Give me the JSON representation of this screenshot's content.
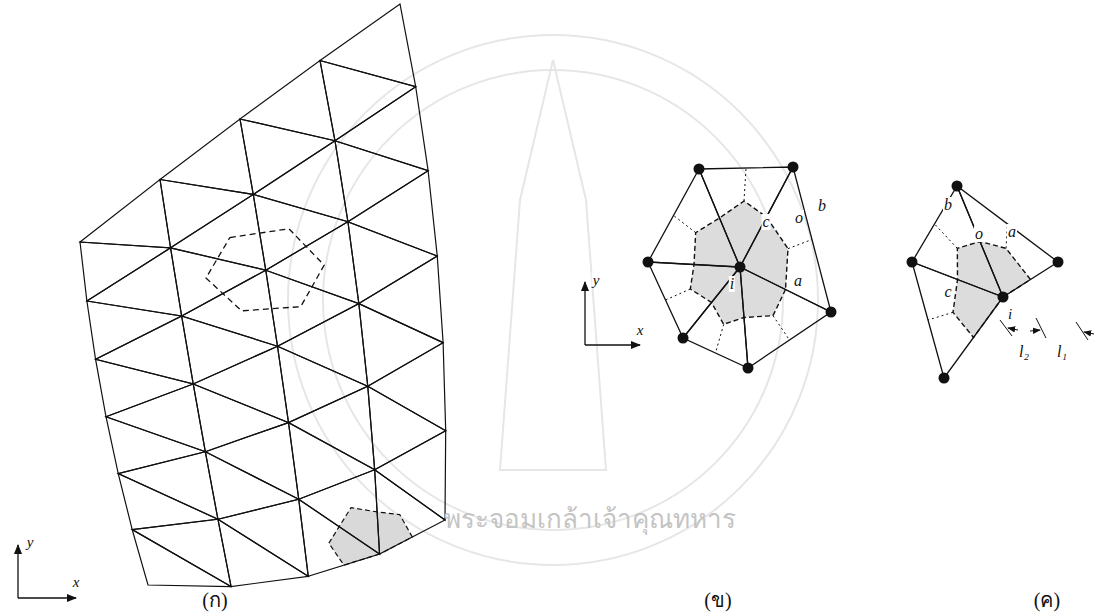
{
  "diagram": {
    "labels": [
      "(ก)",
      "(ข)",
      "(ค)",
      "y",
      "x",
      "c",
      "o",
      "b",
      "i",
      "a",
      "y",
      "x",
      "b",
      "o",
      "a",
      "c",
      "i",
      "l₂",
      "l₁",
      "พระจอมเกล้าเจ้าคุณทหาร"
    ]
  }
}
